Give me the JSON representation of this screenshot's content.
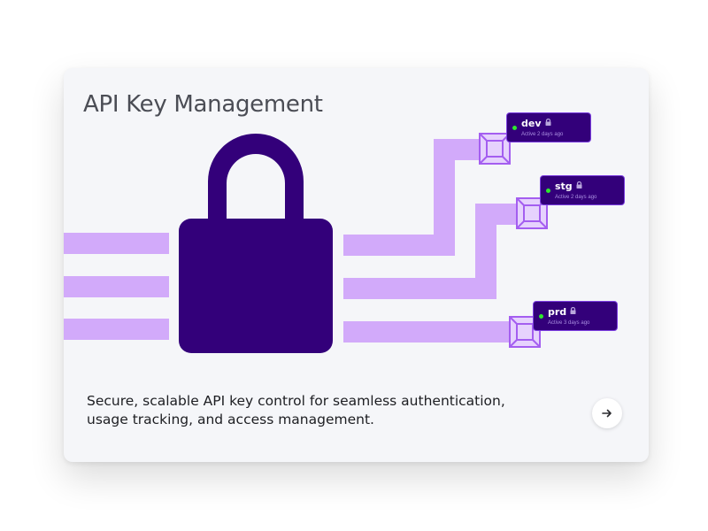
{
  "card": {
    "title": "API Key Management",
    "description": "Secure, scalable API key control for seamless authentication, usage tracking, and access management.",
    "action_icon": "arrow-right-icon"
  },
  "environments": [
    {
      "name": "dev",
      "status": "Active 2 days ago",
      "state": "active",
      "icon": "lock-icon"
    },
    {
      "name": "stg",
      "status": "Active 2 days ago",
      "state": "active",
      "icon": "lock-icon"
    },
    {
      "name": "prd",
      "status": "Active 3 days ago",
      "state": "active",
      "icon": "lock-icon"
    }
  ],
  "colors": {
    "lock": "#33007a",
    "connector": "#d2aafa",
    "node_border": "#a45ef0",
    "node_fill": "#e6d2fd",
    "tag_bg": "#33007a",
    "status_dot": "#2ee82e",
    "card_bg": "#f5f6f9"
  }
}
